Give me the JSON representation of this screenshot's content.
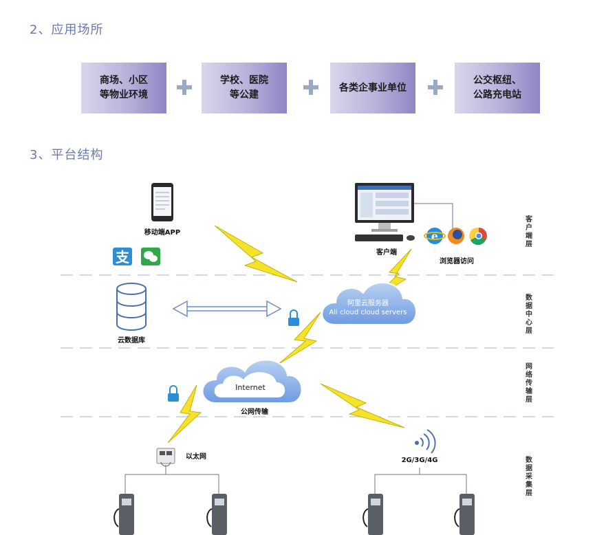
{
  "headings": {
    "scenarios": "2、应用场所",
    "structure": "3、平台结构"
  },
  "scenarios": [
    "商场、小区\n等物业环境",
    "学校、医院\n等公建",
    "各类企事业单位",
    "公交枢纽、\n公路充电站"
  ],
  "diagram": {
    "mobile_app": "移动端APP",
    "client": "客户端",
    "browser": "浏览器访问",
    "cloud_server_cn": "阿里云服务器",
    "cloud_server_en": "Ali cloud  cloud servers",
    "database": "云数据库",
    "internet": "Internet",
    "public_network": "公网传输",
    "ethernet": "以太网",
    "cellular": "2G/3G/4G",
    "layers": [
      "客户端层",
      "数据中心层",
      "网络传输层",
      "数据采集层"
    ]
  },
  "colors": {
    "accent": "#6c78b4",
    "box": "#b7b1da",
    "lightning": "#f5e22a"
  }
}
